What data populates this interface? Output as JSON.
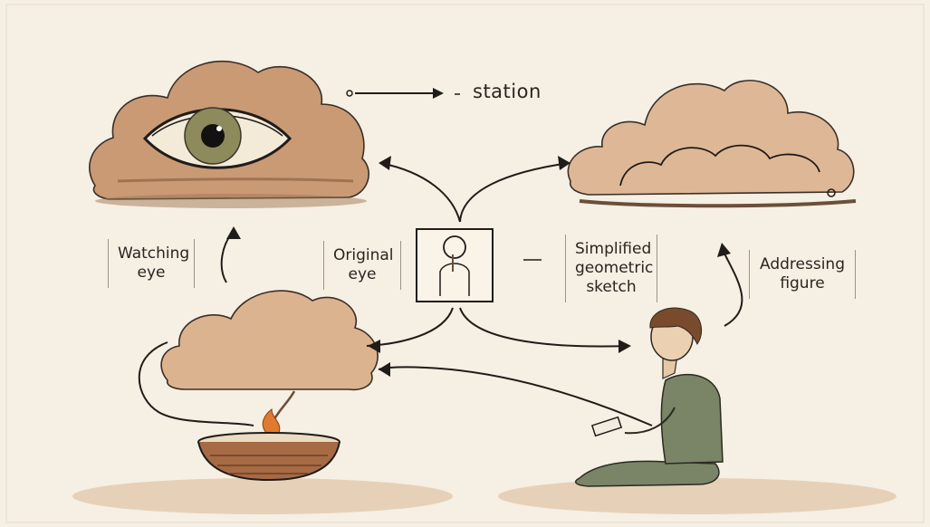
{
  "labels": {
    "station": "station",
    "watching_eye": "Watching eye",
    "original_eye": "Original eye",
    "simplified_sketch": "Simplified geometric sketch",
    "addressing_figure": "Addressing figure"
  },
  "colors": {
    "background": "#f6efe3",
    "cloud": "#c99a73",
    "ink": "#1f1c1a",
    "robe": "#7a8466",
    "flame": "#e07a2e"
  }
}
